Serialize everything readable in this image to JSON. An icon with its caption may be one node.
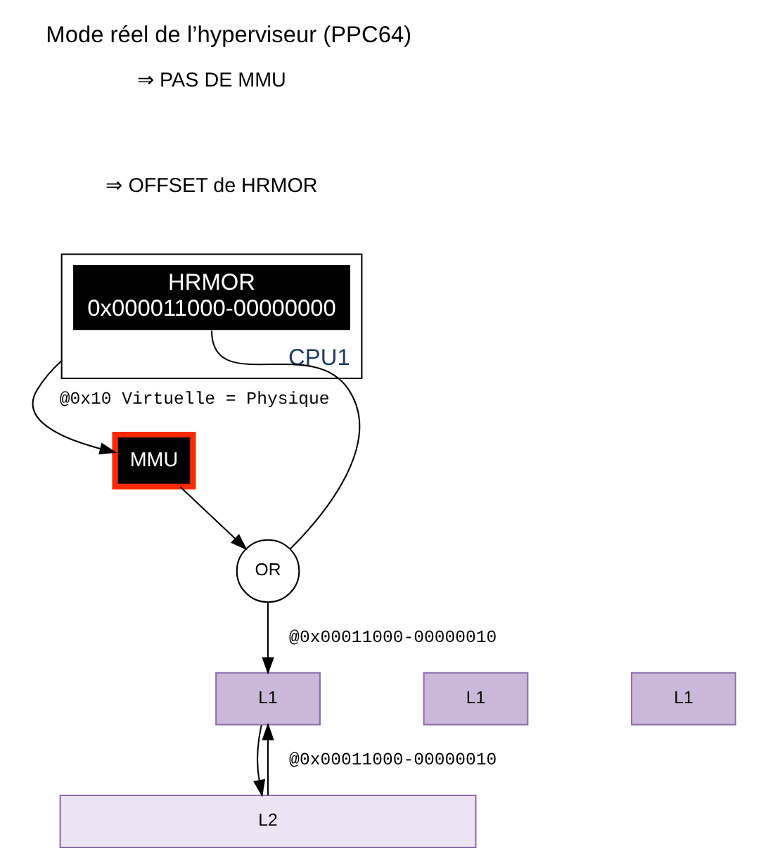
{
  "diagram": {
    "title": "Mode réel de l’hyperviseur (PPC64)",
    "nodes": [
      {
        "text": [
          "CPU1"
        ]
      },
      {
        "text": [
          "HRMOR",
          "0x000011000-00000000"
        ],
        "in": 0
      },
      {
        "text": [
          "MMU"
        ]
      },
      {
        "text": [
          "OR"
        ]
      },
      {
        "text": [
          "L1"
        ]
      },
      {
        "text": [
          "L1"
        ]
      },
      {
        "text": [
          "L1"
        ]
      },
      {
        "text": [
          "L2"
        ]
      }
    ],
    "edges": [
      {
        "from": 0,
        "to": 2,
        "arrow": "to",
        "label": "@0x10 Virtuelle = Physique"
      },
      {
        "from": 2,
        "to": 3,
        "arrow": "to"
      },
      {
        "from": 1,
        "to": 3,
        "arrow": "none"
      },
      {
        "from": 3,
        "to": 4,
        "arrow": "to",
        "label": "@0x00011000-00000010"
      },
      {
        "from": 4,
        "to": 7,
        "arrow": "to"
      },
      {
        "from": 7,
        "to": 4,
        "arrow": "to",
        "label": "@0x00011000-00000010"
      }
    ],
    "labels": [
      "⇒ PAS DE MMU",
      "⇒ OFFSET de HRMOR"
    ]
  }
}
